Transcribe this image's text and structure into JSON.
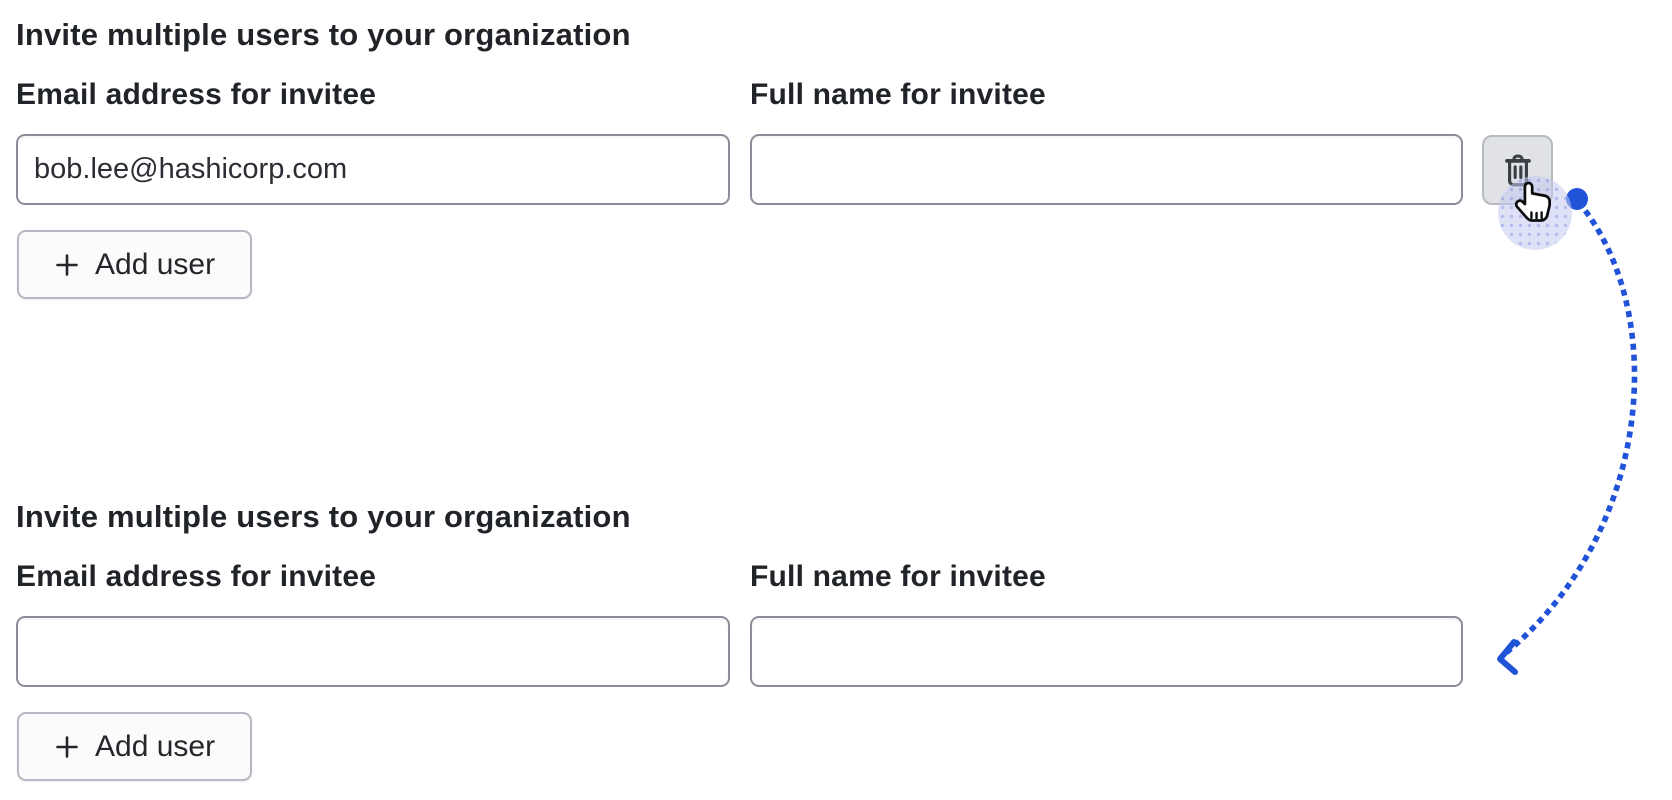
{
  "colors": {
    "accent_blue": "#2153d9",
    "heading_text": "#202327",
    "input_border": "#8a8e99",
    "input_text": "#2b2e34",
    "add_button_bg": "#fbfbfc",
    "add_button_border": "#b4b8c0",
    "delete_button_bg": "#e0e2e6",
    "delete_button_border": "#b6bac1",
    "icon_stroke": "#3a3e45",
    "halo": "rgba(196,203,240,0.55)"
  },
  "icons": {
    "delete": "trash-icon",
    "add": "plus-icon",
    "cursor": "pointing-hand-cursor",
    "flow": "dotted-arrow-annotation"
  },
  "sections": [
    {
      "heading": "Invite multiple users to your organization",
      "email_label": "Email address for invitee",
      "email_value": "bob.lee@hashicorp.com",
      "name_label": "Full name for invitee",
      "name_value": "",
      "add_user_label": "Add user"
    },
    {
      "heading": "Invite multiple users to your organization",
      "email_label": "Email address for invitee",
      "email_value": "",
      "name_label": "Full name for invitee",
      "name_value": "",
      "add_user_label": "Add user"
    }
  ]
}
